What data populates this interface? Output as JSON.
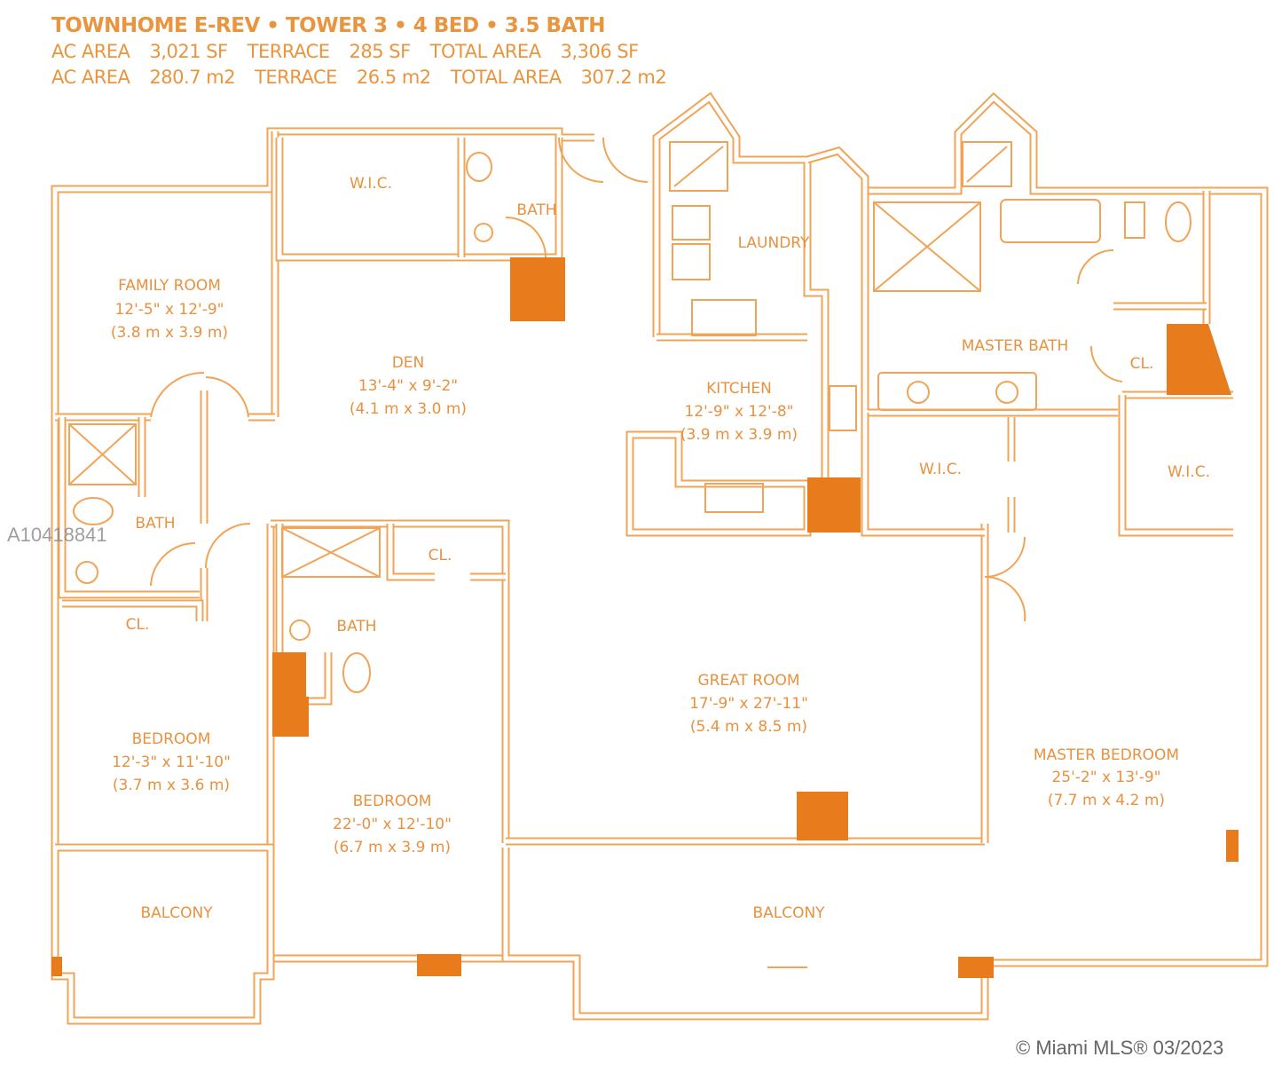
{
  "header": {
    "title": "TOWNHOME E-REV • TOWER 3 • 4 BED • 3.5 BATH",
    "imperial": {
      "ac_label": "AC AREA",
      "ac": "3,021 SF",
      "terrace_label": "TERRACE",
      "terrace": "285 SF",
      "total_label": "TOTAL AREA",
      "total": "3,306 SF"
    },
    "metric": {
      "ac_label": "AC AREA",
      "ac": "280.7 m2",
      "terrace_label": "TERRACE",
      "terrace": "26.5 m2",
      "total_label": "TOTAL AREA",
      "total": "307.2 m2"
    }
  },
  "rooms": {
    "wic_top": {
      "name": "W.I.C."
    },
    "bath_top": {
      "name": "BATH"
    },
    "laundry": {
      "name": "LAUNDRY"
    },
    "family_room": {
      "name": "FAMILY ROOM",
      "ft": "12'-5\" x 12'-9\"",
      "m": "(3.8 m x 3.9 m)"
    },
    "den": {
      "name": "DEN",
      "ft": "13'-4\" x 9'-2\"",
      "m": "(4.1 m x 3.0 m)"
    },
    "kitchen": {
      "name": "KITCHEN",
      "ft": "12'-9\" x 12'-8\"",
      "m": "(3.9 m x 3.9 m)"
    },
    "master_bath": {
      "name": "MASTER BATH"
    },
    "cl_master": {
      "name": "CL."
    },
    "wic_master_1": {
      "name": "W.I.C."
    },
    "wic_master_2": {
      "name": "W.I.C."
    },
    "bath_left": {
      "name": "BATH"
    },
    "cl_bed2": {
      "name": "CL."
    },
    "bath_bed2": {
      "name": "BATH"
    },
    "cl_bed1": {
      "name": "CL."
    },
    "great_room": {
      "name": "GREAT ROOM",
      "ft": "17'-9\" x 27'-11\"",
      "m": "(5.4 m x 8.5 m)"
    },
    "master_bedroom": {
      "name": "MASTER BEDROOM",
      "ft": "25'-2\" x 13'-9\"",
      "m": "(7.7 m x 4.2 m)"
    },
    "bedroom_1": {
      "name": "BEDROOM",
      "ft": "12'-3\" x 11'-10\"",
      "m": "(3.7 m x 3.6 m)"
    },
    "bedroom_2": {
      "name": "BEDROOM",
      "ft": "22'-0\" x 12'-10\"",
      "m": "(6.7 m x 3.9 m)"
    },
    "balcony_left": {
      "name": "BALCONY"
    },
    "balcony_main": {
      "name": "BALCONY"
    }
  },
  "watermark": "A10418841",
  "copyright": "© Miami MLS® 03/2023",
  "colors": {
    "wall": "#f0a457",
    "text": "#e8913f",
    "column": "#e87b1c"
  }
}
